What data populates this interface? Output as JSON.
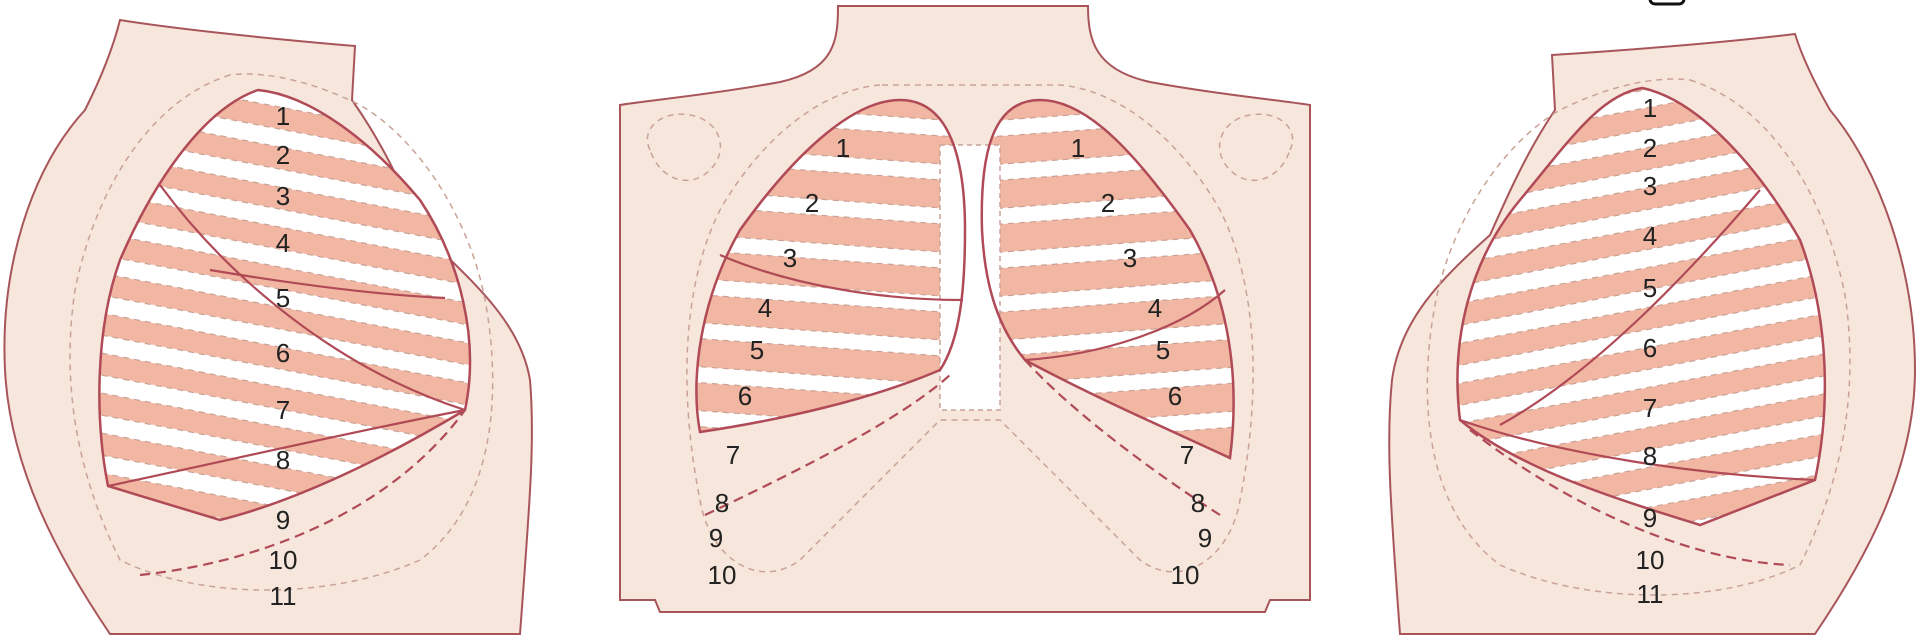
{
  "colors": {
    "skin": "#f6e6dc",
    "skin_outline": "#a8555a",
    "lung_fill": "#f2b7a2",
    "lung_outline": "#b04a57",
    "rib_dash": "#c9a296",
    "background": "#ffffff",
    "label_text": "#222222"
  },
  "views": [
    {
      "name": "right-lateral-view",
      "rib_labels": [
        "1",
        "2",
        "3",
        "4",
        "5",
        "6",
        "7",
        "8",
        "9",
        "10",
        "11"
      ]
    },
    {
      "name": "posterior-view",
      "left_rib_labels": [
        "1",
        "2",
        "3",
        "4",
        "5",
        "6",
        "7",
        "8",
        "9",
        "10"
      ],
      "right_rib_labels": [
        "1",
        "2",
        "3",
        "4",
        "5",
        "6",
        "7",
        "8",
        "9",
        "10"
      ]
    },
    {
      "name": "left-lateral-view",
      "rib_labels": [
        "1",
        "2",
        "3",
        "4",
        "5",
        "6",
        "7",
        "8",
        "9",
        "10",
        "11"
      ]
    }
  ],
  "corner_icon": "rounded-square-icon"
}
